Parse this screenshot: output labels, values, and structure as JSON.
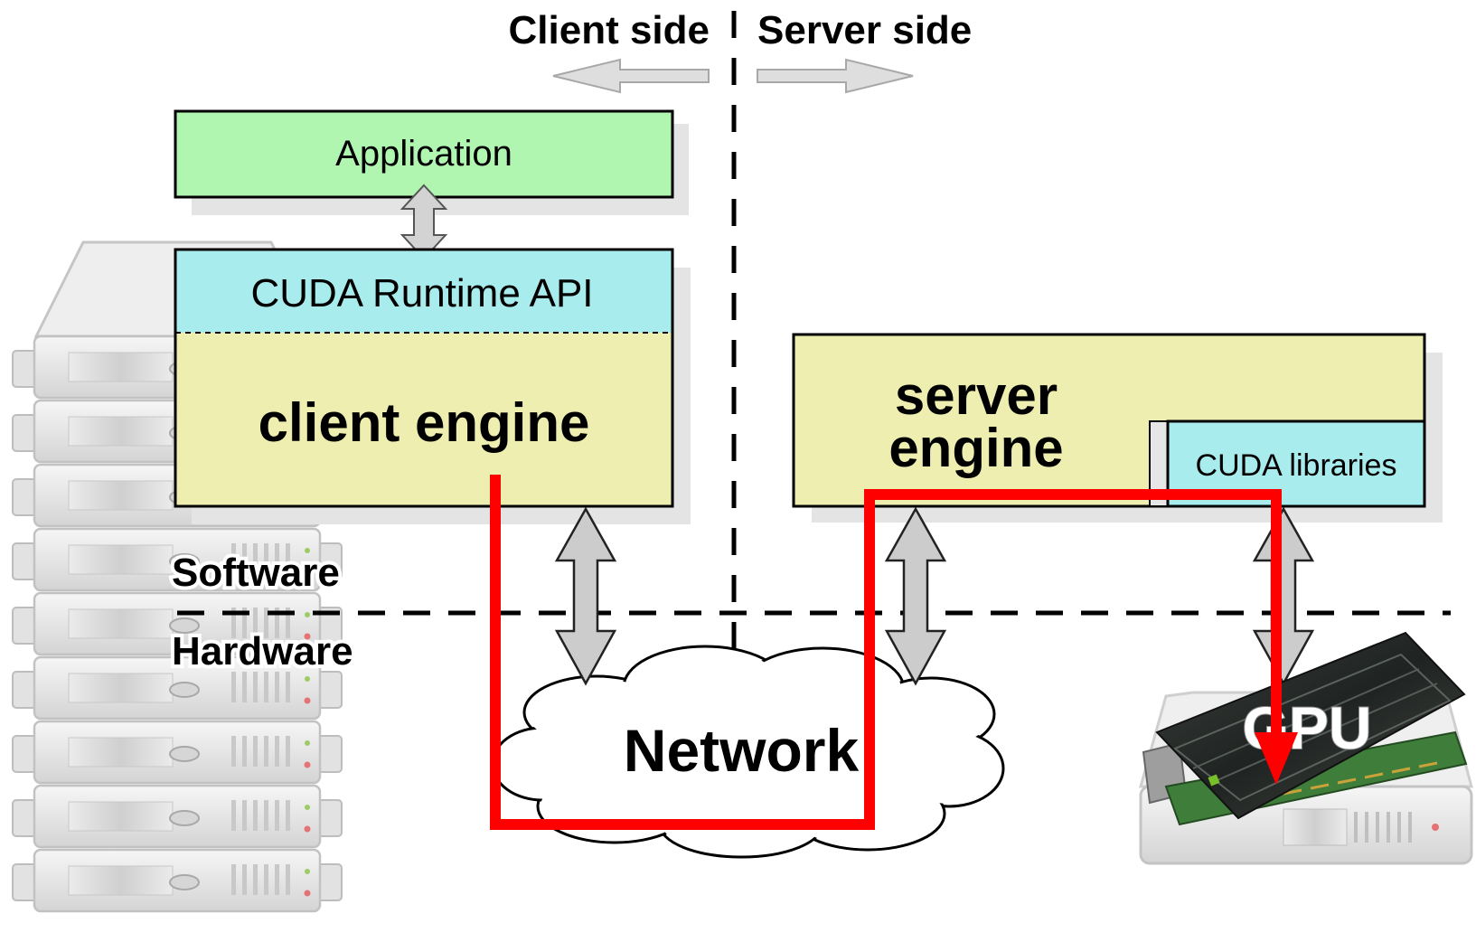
{
  "header": {
    "client_side": "Client side",
    "server_side": "Server side"
  },
  "layers": {
    "software": "Software",
    "hardware": "Hardware"
  },
  "client": {
    "application": "Application",
    "runtime_api": "CUDA Runtime API",
    "engine": "client engine"
  },
  "server": {
    "engine_line1": "server",
    "engine_line2": "engine",
    "libraries": "CUDA libraries"
  },
  "network": {
    "label": "Network"
  },
  "gpu": {
    "label": "GPU"
  },
  "colors": {
    "application": "#b0f5b0",
    "runtime_api": "#a8ecee",
    "engine": "#eeeeb0",
    "data_path": "#ff0000",
    "arrow_fill": "#c8c8c8",
    "shadow": "#e4e4e4",
    "gpu_card": "#2a2e2c"
  }
}
